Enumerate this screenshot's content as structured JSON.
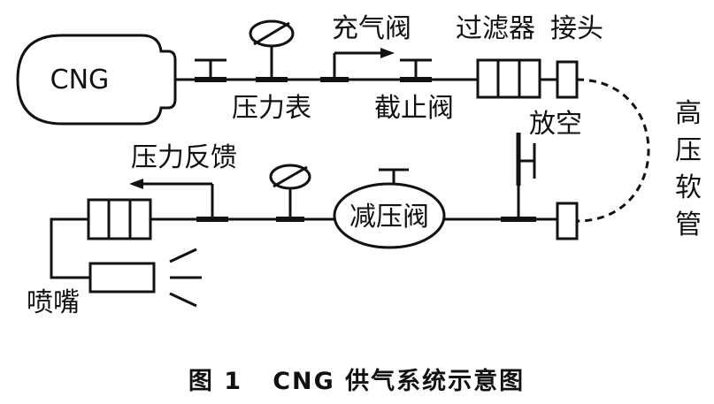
{
  "labels": {
    "tank": "CNG",
    "pressure_gauge_top": "压力表",
    "charge_valve": "充气阀",
    "shutoff_valve": "截止阀",
    "filter_top": "过滤器",
    "connector": "接头",
    "hose": [
      "高",
      "压",
      "软",
      "管"
    ],
    "vent": "放空",
    "pressure_feedback": "压力反馈",
    "reducer": "减压阀",
    "nozzle": "喷嘴"
  },
  "caption": "图 1   CNG 供气系统示意图"
}
